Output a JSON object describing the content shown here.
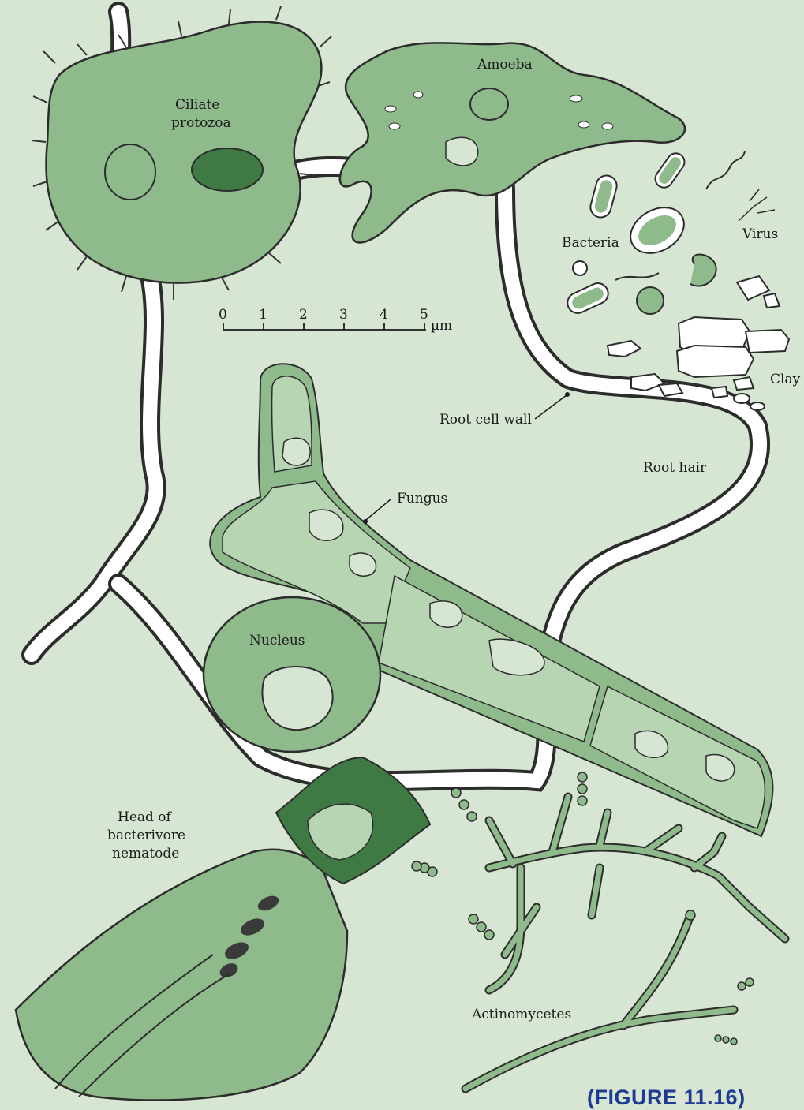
{
  "labels": {
    "ciliate_line1": "Ciliate",
    "ciliate_line2": "protozoa",
    "amoeba": "Amoeba",
    "bacteria": "Bacteria",
    "virus": "Virus",
    "clay": "Clay",
    "root_cell_wall": "Root cell wall",
    "root_hair": "Root hair",
    "fungus": "Fungus",
    "nucleus": "Nucleus",
    "nematode_line1": "Head of",
    "nematode_line2": "bacterivore",
    "nematode_line3": "nematode",
    "actinomycetes": "Actinomycetes"
  },
  "scale_bar": {
    "ticks": [
      "0",
      "1",
      "2",
      "3",
      "4",
      "5"
    ],
    "unit": "µm"
  },
  "caption": "(FIGURE 11.16)",
  "colors": {
    "background": "#d6e6d3",
    "organism_fill": "#8fba8c",
    "organism_dark": "#3f7a45",
    "root_fill": "#ffffff",
    "caption": "#1f3a93"
  }
}
